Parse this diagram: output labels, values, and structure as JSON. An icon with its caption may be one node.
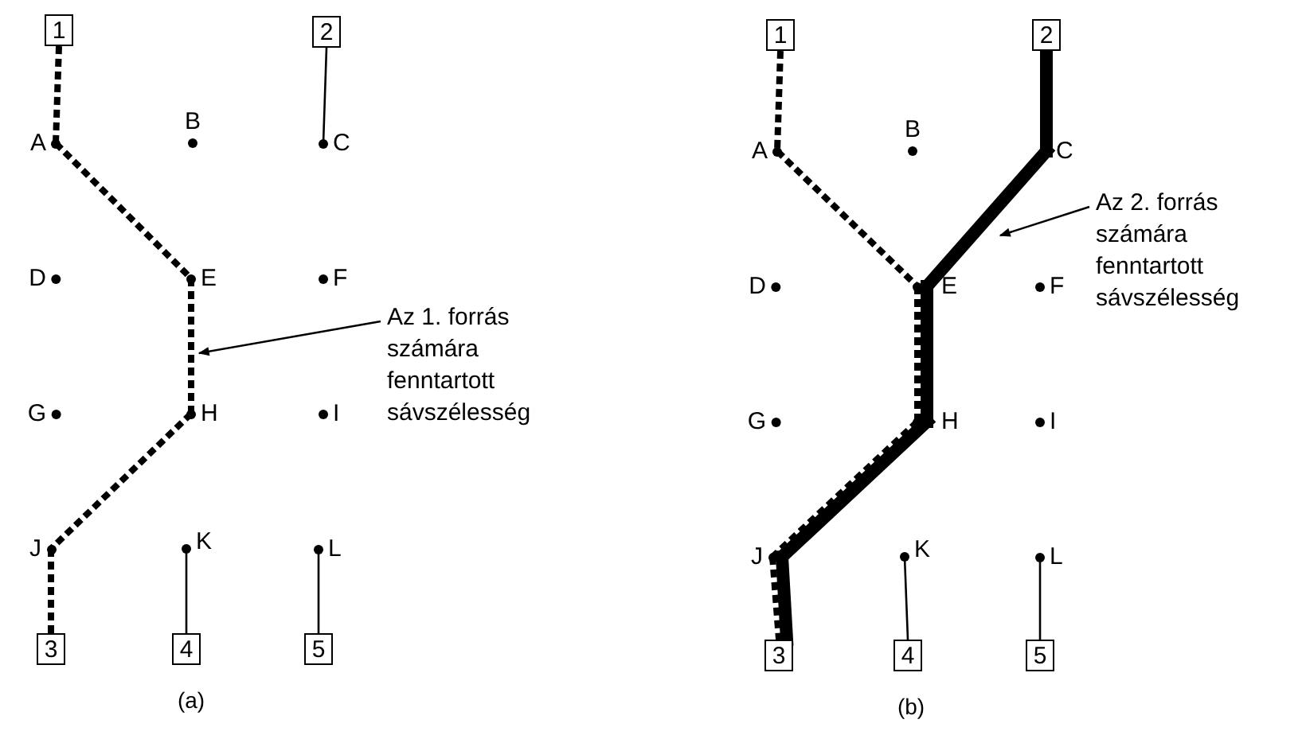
{
  "diagram": {
    "nodes": [
      {
        "text": [
          "1"
        ]
      },
      {
        "text": [
          "2"
        ]
      },
      {
        "text": [
          "A"
        ]
      },
      {
        "text": [
          "B"
        ]
      },
      {
        "text": [
          "C"
        ]
      },
      {
        "text": [
          "D"
        ]
      },
      {
        "text": [
          "E"
        ]
      },
      {
        "text": [
          "F"
        ]
      },
      {
        "text": [
          "G"
        ]
      },
      {
        "text": [
          "H"
        ]
      },
      {
        "text": [
          "I"
        ]
      },
      {
        "text": [
          "J"
        ]
      },
      {
        "text": [
          "K"
        ]
      },
      {
        "text": [
          "L"
        ]
      },
      {
        "text": [
          "3"
        ]
      },
      {
        "text": [
          "4"
        ]
      },
      {
        "text": [
          "5"
        ]
      },
      {
        "text": [
          "Az 1. forrás számára fenntartott sávszélesség"
        ]
      },
      {
        "text": [
          "1"
        ]
      },
      {
        "text": [
          "2"
        ]
      },
      {
        "text": [
          "A"
        ]
      },
      {
        "text": [
          "B"
        ]
      },
      {
        "text": [
          "C"
        ]
      },
      {
        "text": [
          "D"
        ]
      },
      {
        "text": [
          "E"
        ]
      },
      {
        "text": [
          "F"
        ]
      },
      {
        "text": [
          "G"
        ]
      },
      {
        "text": [
          "H"
        ]
      },
      {
        "text": [
          "I"
        ]
      },
      {
        "text": [
          "J"
        ]
      },
      {
        "text": [
          "K"
        ]
      },
      {
        "text": [
          "L"
        ]
      },
      {
        "text": [
          "3"
        ]
      },
      {
        "text": [
          "4"
        ]
      },
      {
        "text": [
          "5"
        ]
      },
      {
        "text": [
          "Az 2. forrás számára fenntartott sávszélesség"
        ]
      }
    ],
    "edges": [
      {
        "from": 0,
        "to": 2,
        "arrow": "none",
        "style": "dashed"
      },
      {
        "from": 2,
        "to": 6,
        "arrow": "none",
        "style": "dashed"
      },
      {
        "from": 6,
        "to": 9,
        "arrow": "none",
        "style": "dashed"
      },
      {
        "from": 9,
        "to": 11,
        "arrow": "none",
        "style": "dashed"
      },
      {
        "from": 11,
        "to": 14,
        "arrow": "none",
        "style": "dashed"
      },
      {
        "from": 1,
        "to": 4,
        "arrow": "none"
      },
      {
        "from": 12,
        "to": 15,
        "arrow": "none"
      },
      {
        "from": 13,
        "to": 16,
        "arrow": "none"
      },
      {
        "from": 17,
        "to": null,
        "arrow": "to"
      },
      {
        "from": 18,
        "to": 20,
        "arrow": "none",
        "style": "dashed"
      },
      {
        "from": 20,
        "to": 24,
        "arrow": "none",
        "style": "dashed"
      },
      {
        "from": 24,
        "to": 27,
        "arrow": "none",
        "style": "dashed"
      },
      {
        "from": 27,
        "to": 29,
        "arrow": "none",
        "style": "dashed"
      },
      {
        "from": 29,
        "to": 32,
        "arrow": "none",
        "style": "dashed"
      },
      {
        "from": 19,
        "to": 22,
        "arrow": "none",
        "style": "thick"
      },
      {
        "from": 22,
        "to": 24,
        "arrow": "none",
        "style": "thick"
      },
      {
        "from": 24,
        "to": 27,
        "arrow": "none",
        "style": "thick"
      },
      {
        "from": 27,
        "to": 29,
        "arrow": "none",
        "style": "thick"
      },
      {
        "from": 29,
        "to": 32,
        "arrow": "none",
        "style": "thick"
      },
      {
        "from": 30,
        "to": 33,
        "arrow": "none"
      },
      {
        "from": 31,
        "to": 34,
        "arrow": "none"
      },
      {
        "from": 35,
        "to": null,
        "arrow": "to"
      }
    ],
    "labels": [
      "(a)",
      "(b)"
    ]
  }
}
